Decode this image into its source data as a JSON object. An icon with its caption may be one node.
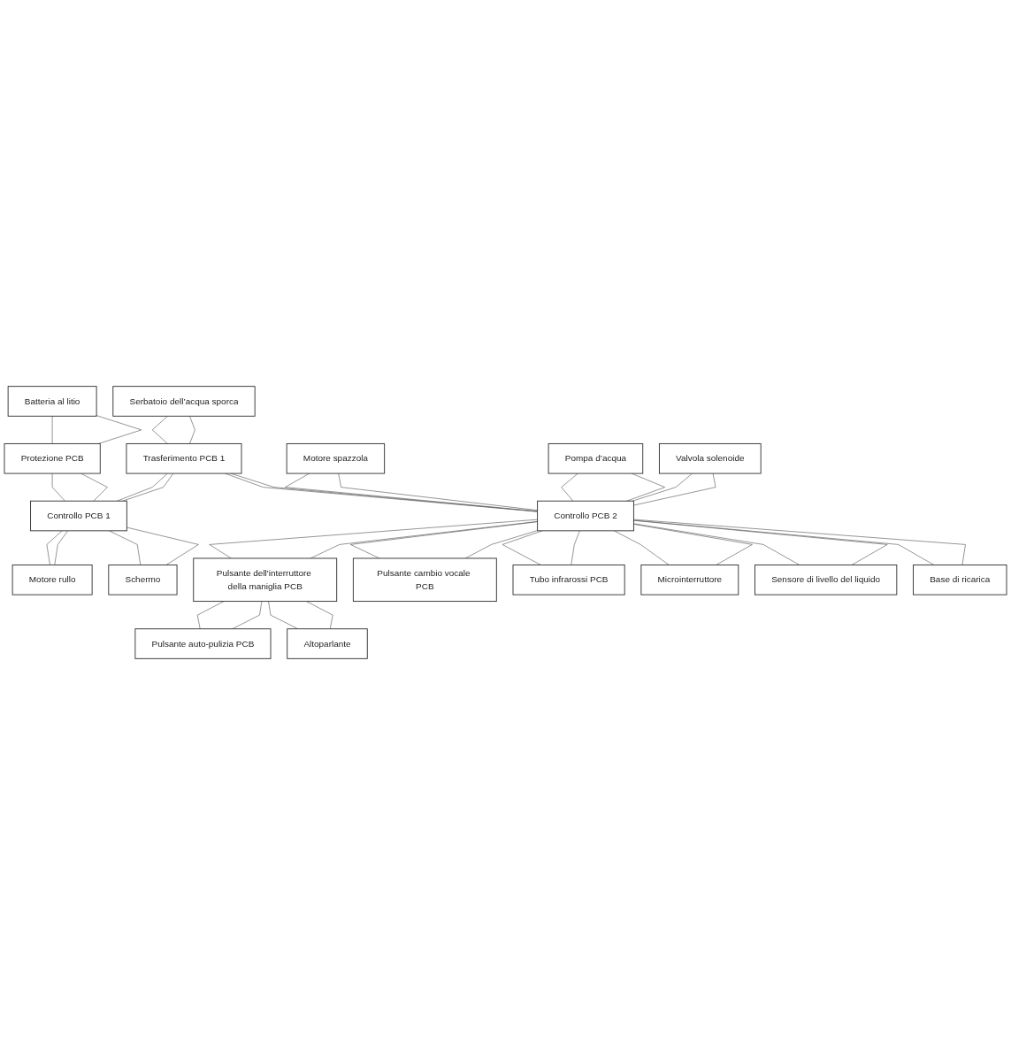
{
  "diagram": {
    "nodes": [
      {
        "text": [
          "Batteria al litio"
        ]
      },
      {
        "text": [
          "Protezione PCB"
        ]
      },
      {
        "text": [
          "Serbatoio dell’acqua sporca"
        ]
      },
      {
        "text": [
          "Trasferimento PCB 1"
        ]
      },
      {
        "text": [
          "Controllo PCB 1"
        ]
      },
      {
        "text": [
          "Motore rullo"
        ]
      },
      {
        "text": [
          "Schermo"
        ]
      },
      {
        "text": [
          "Pulsante dell'interruttore della maniglia PCB"
        ]
      },
      {
        "text": [
          "Pulsante auto-pulizia PCB"
        ]
      },
      {
        "text": [
          "Motore spazzola"
        ]
      },
      {
        "text": [
          "Controllo PCB 2"
        ]
      },
      {
        "text": [
          "Pulsante cambio vocale PCB"
        ]
      },
      {
        "text": [
          "Pompa d’acqua"
        ]
      },
      {
        "text": [
          "Tubo infrarossi PCB"
        ]
      },
      {
        "text": [
          "Valvola solenoide"
        ]
      },
      {
        "text": [
          "Altoparlante"
        ]
      },
      {
        "text": [
          "Microinterruttore"
        ]
      },
      {
        "text": [
          "Sensore di livello del liquido"
        ]
      },
      {
        "text": [
          "Base di ricarica"
        ]
      }
    ],
    "edges": [
      {
        "from": 0,
        "to": 1,
        "arrow": "none"
      },
      {
        "from": 0,
        "to": 1,
        "arrow": "none"
      },
      {
        "from": 1,
        "to": 4,
        "arrow": "none"
      },
      {
        "from": 1,
        "to": 4,
        "arrow": "none"
      },
      {
        "from": 2,
        "to": 3,
        "arrow": "none"
      },
      {
        "from": 2,
        "to": 3,
        "arrow": "none"
      },
      {
        "from": 3,
        "to": 4,
        "arrow": "none"
      },
      {
        "from": 3,
        "to": 4,
        "arrow": "none"
      },
      {
        "from": 4,
        "to": 5,
        "arrow": "none"
      },
      {
        "from": 4,
        "to": 5,
        "arrow": "none"
      },
      {
        "from": 4,
        "to": 6,
        "arrow": "none"
      },
      {
        "from": 4,
        "to": 6,
        "arrow": "none"
      },
      {
        "from": 3,
        "to": 10,
        "arrow": "none"
      },
      {
        "from": 3,
        "to": 10,
        "arrow": "none"
      },
      {
        "from": 10,
        "to": 7,
        "arrow": "none"
      },
      {
        "from": 10,
        "to": 7,
        "arrow": "none"
      },
      {
        "from": 7,
        "to": 8,
        "arrow": "none"
      },
      {
        "from": 7,
        "to": 8,
        "arrow": "none"
      },
      {
        "from": 7,
        "to": 15,
        "arrow": "none"
      },
      {
        "from": 7,
        "to": 15,
        "arrow": "none"
      },
      {
        "from": 9,
        "to": 10,
        "arrow": "none"
      },
      {
        "from": 9,
        "to": 10,
        "arrow": "none"
      },
      {
        "from": 12,
        "to": 10,
        "arrow": "none"
      },
      {
        "from": 12,
        "to": 10,
        "arrow": "none"
      },
      {
        "from": 14,
        "to": 10,
        "arrow": "none"
      },
      {
        "from": 14,
        "to": 10,
        "arrow": "none"
      },
      {
        "from": 10,
        "to": 11,
        "arrow": "none"
      },
      {
        "from": 10,
        "to": 11,
        "arrow": "none"
      },
      {
        "from": 10,
        "to": 13,
        "arrow": "none"
      },
      {
        "from": 10,
        "to": 13,
        "arrow": "none"
      },
      {
        "from": 10,
        "to": 16,
        "arrow": "none"
      },
      {
        "from": 10,
        "to": 16,
        "arrow": "none"
      },
      {
        "from": 10,
        "to": 17,
        "arrow": "none"
      },
      {
        "from": 10,
        "to": 17,
        "arrow": "none"
      },
      {
        "from": 10,
        "to": 18,
        "arrow": "none"
      },
      {
        "from": 10,
        "to": 18,
        "arrow": "none"
      }
    ]
  }
}
